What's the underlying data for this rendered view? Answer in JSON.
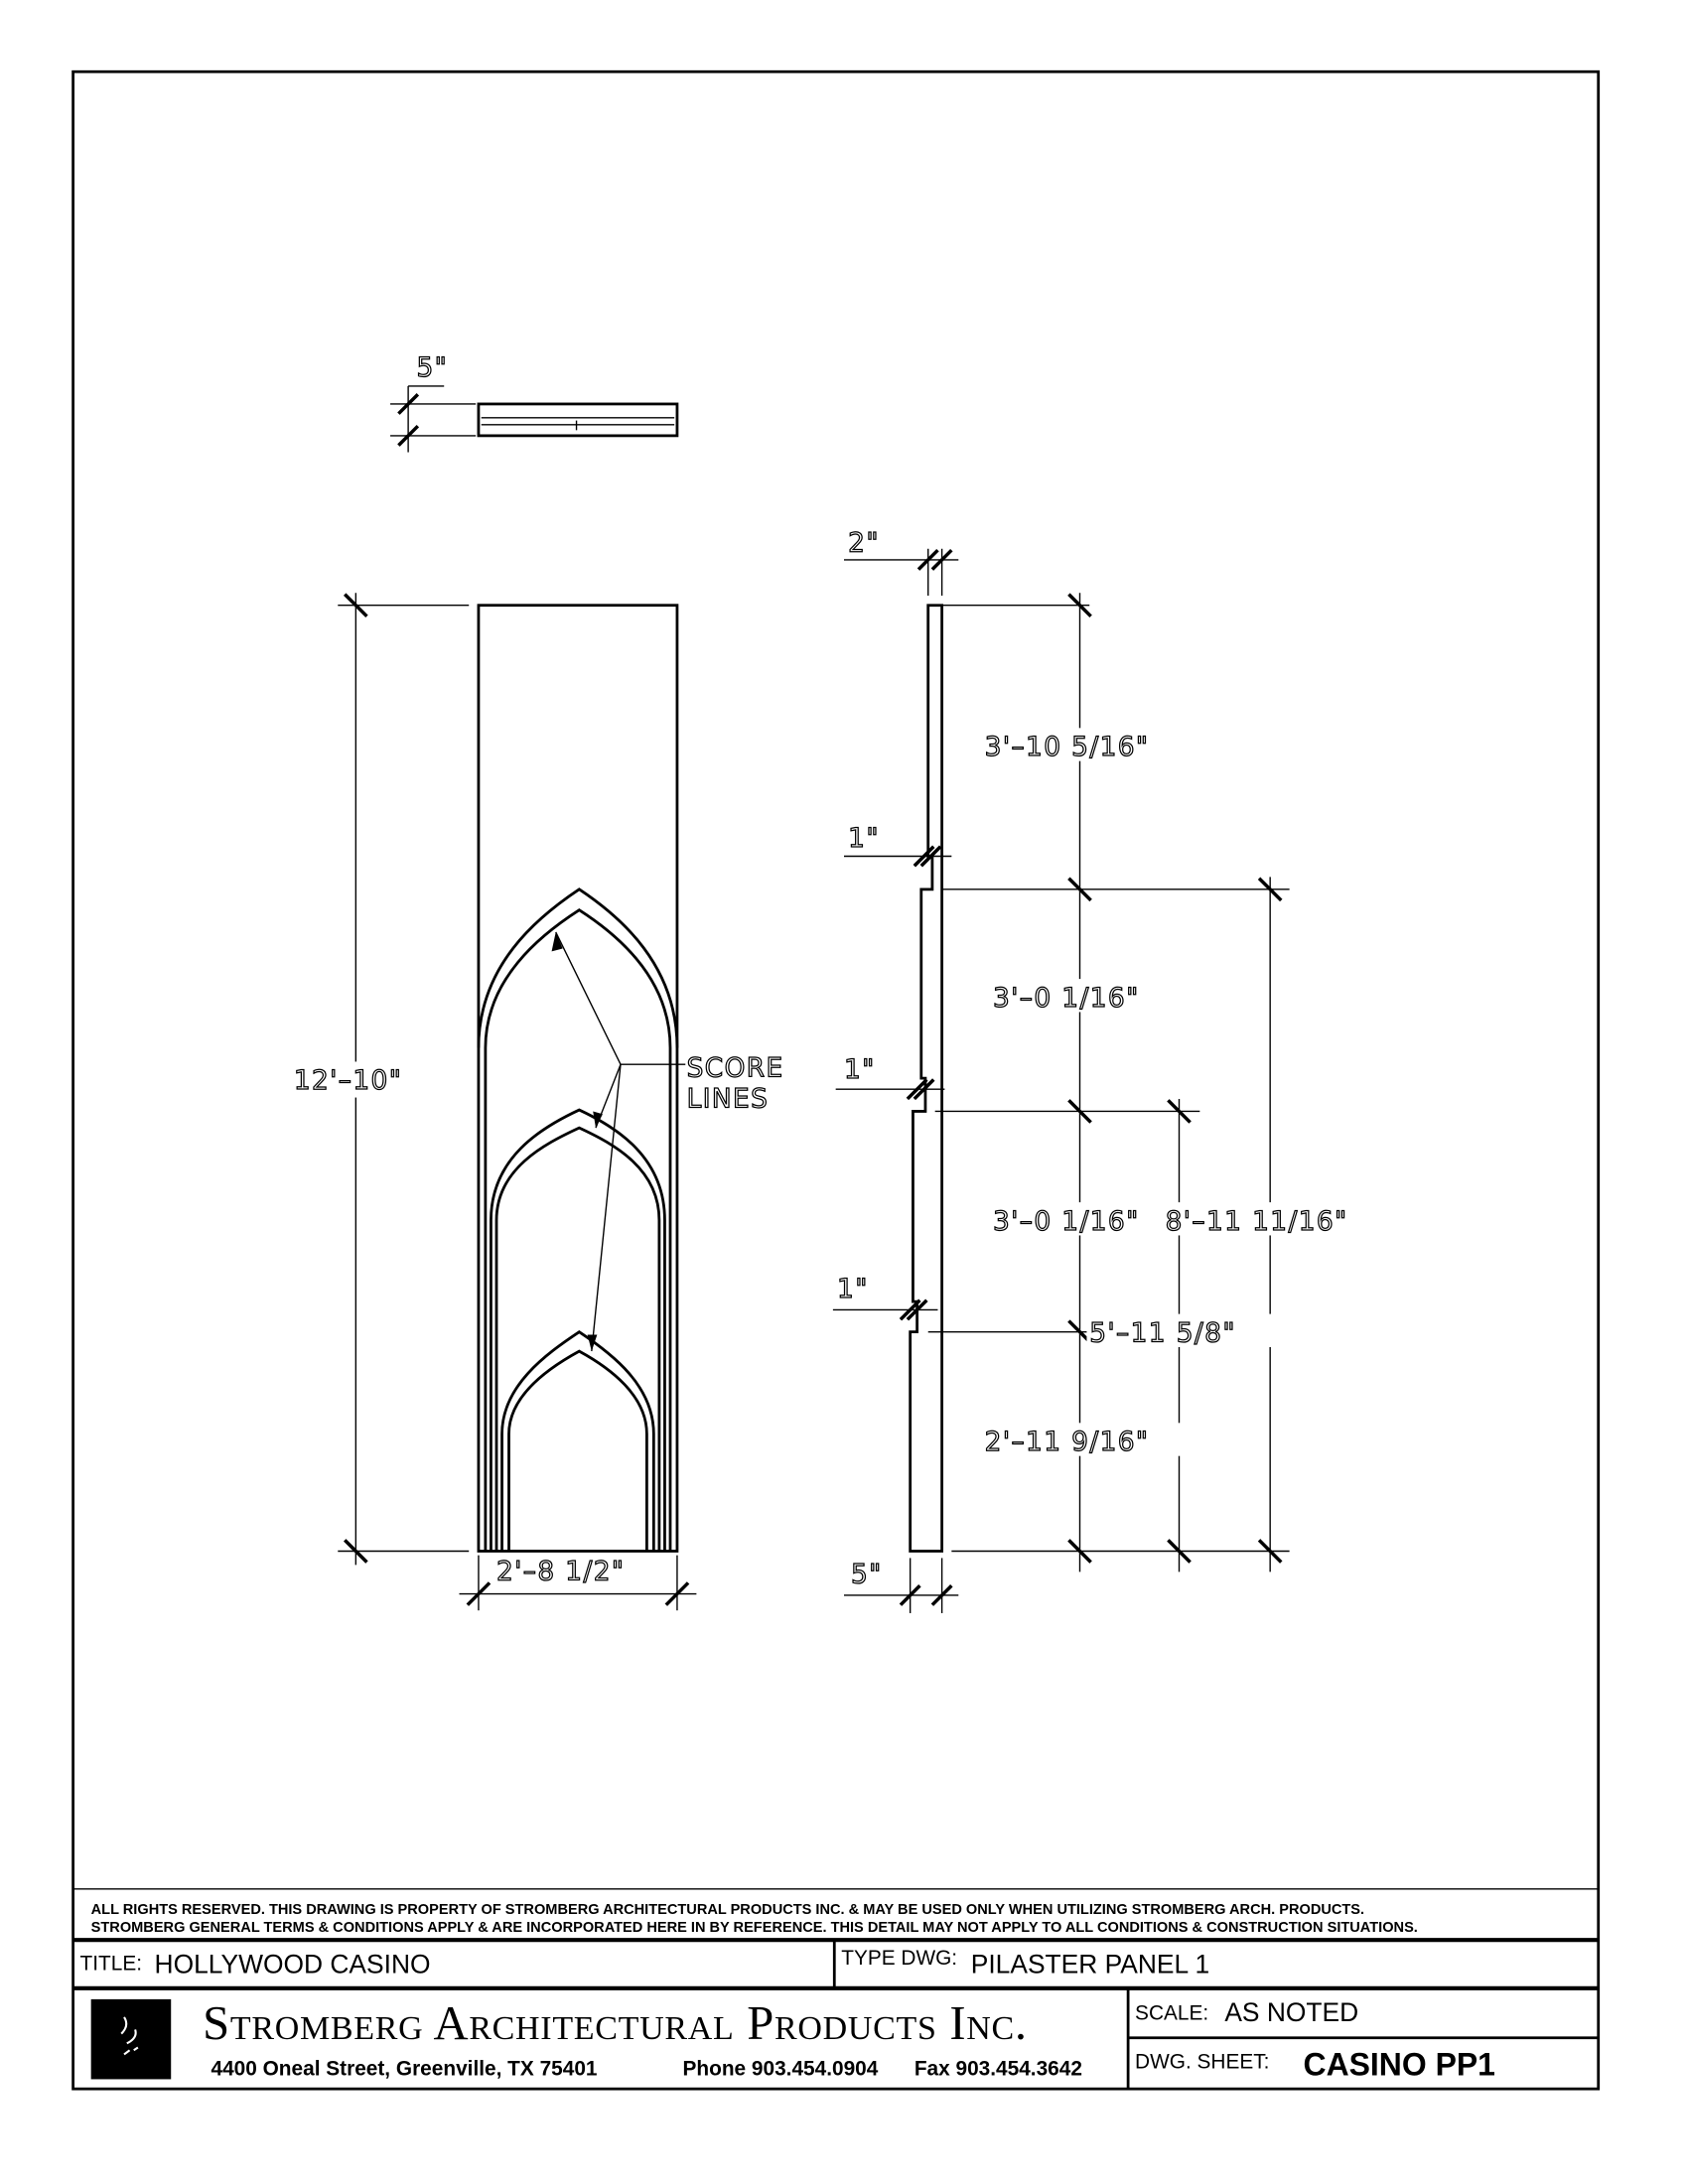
{
  "drawing": {
    "plan_depth": "5\"",
    "overall_height": "12'–10\"",
    "overall_width": "2'–8 1/2\"",
    "score_lines": [
      "SCORE",
      "LINES"
    ],
    "profile": {
      "top_thickness": "2\"",
      "step_1": "1\"",
      "step_2": "1\"",
      "step_3": "1\"",
      "bottom_thickness": "5\"",
      "seg_1": "3'–10 5/16\"",
      "seg_2": "3'–0 1/16\"",
      "seg_3": "3'–0 1/16\"",
      "seg_4": "2'–11 9/16\"",
      "dim_mid": "5'–11 5/8\"",
      "dim_long": "8'–11 11/16\""
    }
  },
  "title_block": {
    "notice_1": "ALL RIGHTS RESERVED. THIS DRAWING IS PROPERTY OF STROMBERG ARCHITECTURAL PRODUCTS INC. & MAY BE USED ONLY WHEN UTILIZING STROMBERG ARCH. PRODUCTS.",
    "notice_2": "STROMBERG GENERAL TERMS & CONDITIONS APPLY & ARE INCORPORATED HERE IN BY REFERENCE. THIS DETAIL MAY NOT APPLY TO ALL CONDITIONS & CONSTRUCTION SITUATIONS.",
    "title_label": "TITLE:",
    "title_value": "HOLLYWOOD CASINO",
    "type_label": "TYPE DWG:",
    "type_value": "PILASTER PANEL 1",
    "company": "Stromberg Architectural Products Inc.",
    "address": "4400 Oneal Street, Greenville, TX  75401",
    "phone": "Phone 903.454.0904",
    "fax": "Fax 903.454.3642",
    "scale_label": "SCALE:",
    "scale_value": "AS NOTED",
    "sheet_label": "DWG. SHEET:",
    "sheet_value": "CASINO PP1"
  }
}
